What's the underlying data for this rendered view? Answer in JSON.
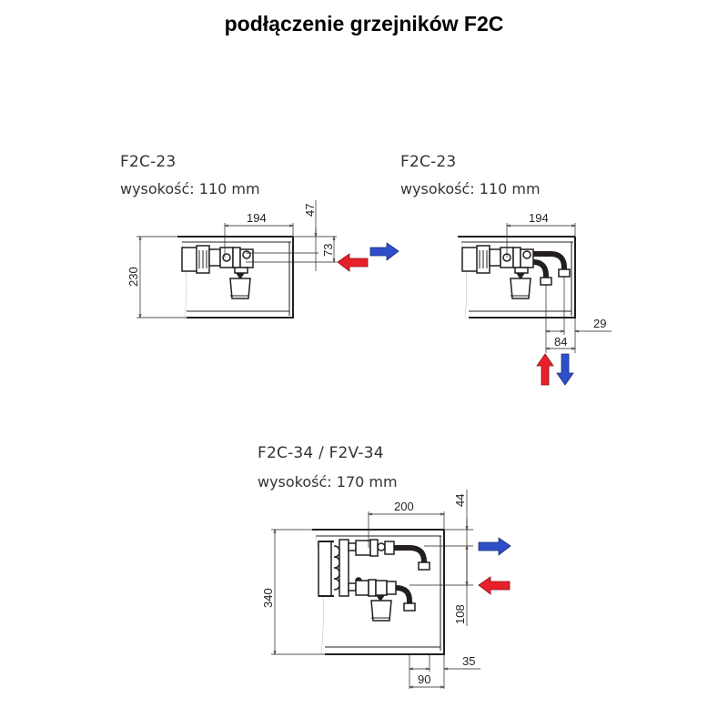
{
  "title": "podłączenie grzejników F2C",
  "diagrams": [
    {
      "model": "F2C-23",
      "height_label": "wysokość: 110 mm",
      "connection": "side",
      "dimensions": {
        "width_pipe": "194",
        "top_offset": "47",
        "pipe_spacing": "73",
        "depth": "230"
      }
    },
    {
      "model": "F2C-23",
      "height_label": "wysokość: 110 mm",
      "connection": "bottom",
      "dimensions": {
        "width_pipe": "194",
        "side_offset": "29",
        "pipe_spacing": "84"
      }
    },
    {
      "model": "F2C-34 / F2V-34",
      "height_label": "wysokość: 170 mm",
      "connection": "side",
      "dimensions": {
        "width_pipe": "200",
        "top_offset": "44",
        "pipe_spacing": "108",
        "depth": "340",
        "side_offset": "35",
        "bottom_spacing": "90"
      }
    }
  ],
  "colors": {
    "supply": "#e8202a",
    "return": "#2e4fc8",
    "line": "#231f20"
  }
}
